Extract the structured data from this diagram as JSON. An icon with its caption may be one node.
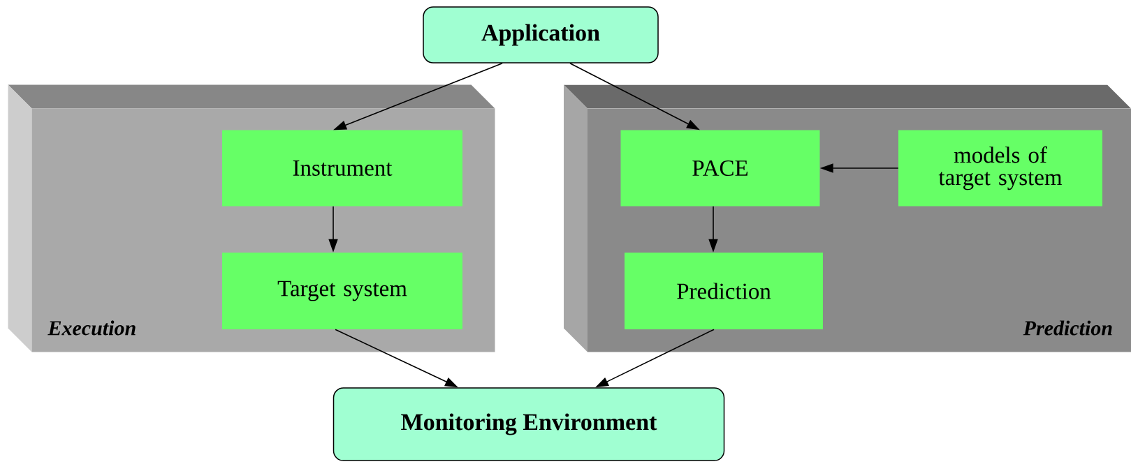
{
  "diagram": {
    "nodes": [
      {
        "text": [
          "Application"
        ]
      },
      {
        "text": [
          "Execution"
        ]
      },
      {
        "text": [
          "Instrument"
        ],
        "in": 1
      },
      {
        "text": [
          "Target system"
        ],
        "in": 1
      },
      {
        "text": [
          "Prediction"
        ]
      },
      {
        "text": [
          "PACE"
        ],
        "in": 4
      },
      {
        "text": [
          "models of target system"
        ],
        "in": 4
      },
      {
        "text": [
          "Prediction"
        ],
        "in": 4
      },
      {
        "text": [
          "Monitoring Environment"
        ]
      }
    ],
    "edges": [
      {
        "from": 0,
        "to": 2,
        "arrow": "to"
      },
      {
        "from": 0,
        "to": 5,
        "arrow": "to"
      },
      {
        "from": 2,
        "to": 3,
        "arrow": "to"
      },
      {
        "from": 5,
        "to": 7,
        "arrow": "to"
      },
      {
        "from": 6,
        "to": 5,
        "arrow": "to"
      },
      {
        "from": 3,
        "to": 8,
        "arrow": "to"
      },
      {
        "from": 7,
        "to": 8,
        "arrow": "to"
      }
    ]
  }
}
